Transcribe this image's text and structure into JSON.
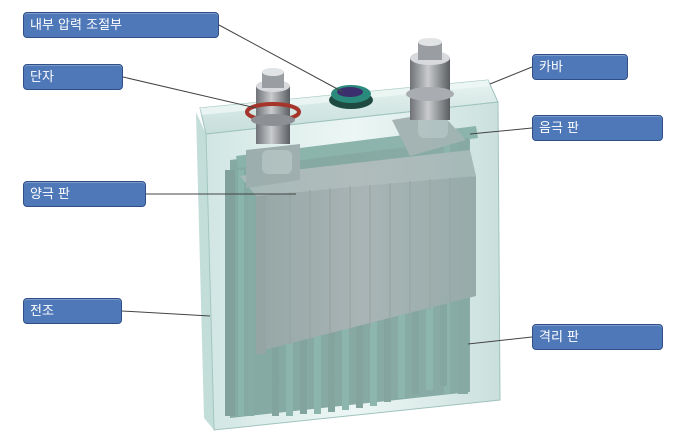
{
  "labels": {
    "pressure_valve": "내부 압력 조절부",
    "terminal": "단자",
    "cover": "카바",
    "negative_plate": "음극 판",
    "positive_plate": "양극 판",
    "case": "전조",
    "separator": "격리 판"
  },
  "colors": {
    "label_bg": "#4f78b8",
    "label_border": "#2f4f86",
    "plate_teal": "#1f5a4e",
    "plate_gray": "#5f6165",
    "case_glass": "#c9e2de"
  }
}
